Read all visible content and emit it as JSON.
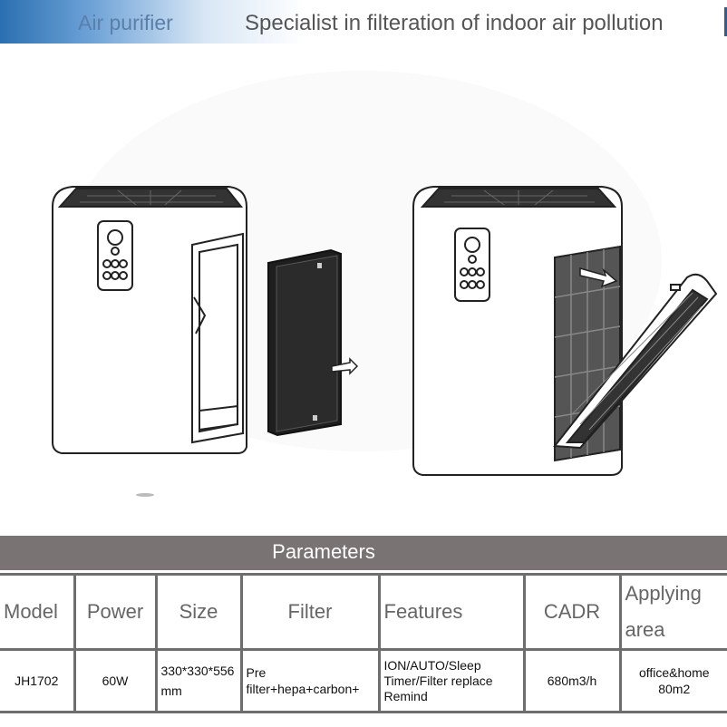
{
  "banner": {
    "left_text": "Air purifier",
    "right_text": "Specialist in filteration of indoor  air pollution"
  },
  "parameters_title": "Parameters",
  "table": {
    "headers": [
      "Model",
      "Power",
      "Size",
      "Filter",
      "Features",
      "CADR",
      "Applying area"
    ],
    "values": [
      "JH1702",
      "60W",
      "330*330*556mm",
      "Pre filter+hepa+carbon+",
      "ION/AUTO/Sleep Timer/Filter replace Remind",
      "680m3/h",
      "office&home 80m2"
    ]
  }
}
